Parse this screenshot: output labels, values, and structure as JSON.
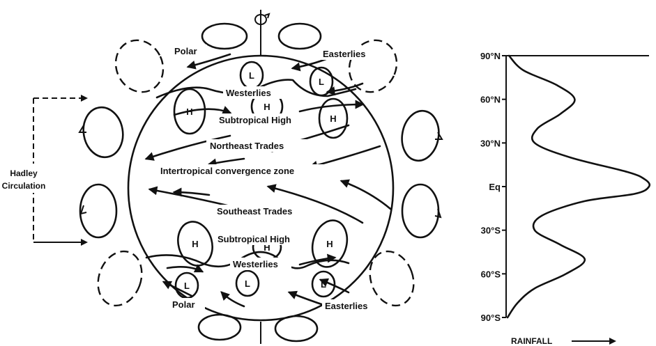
{
  "labels": {
    "polar_north": "Polar",
    "easterlies_north": "Easterlies",
    "westerlies_north": "Westerlies",
    "subtropical_high_north": "Subtropical High",
    "northeast_trades": "Northeast Trades",
    "itcz": "Intertropical convergence zone",
    "southeast_trades": "Southeast Trades",
    "subtropical_high_south": "Subtropical High",
    "westerlies_south": "Westerlies",
    "polar_south": "Polar",
    "easterlies_south": "Easterlies",
    "hadley_line1": "Hadley",
    "hadley_line2": "Circulation",
    "pressure_low": "L",
    "pressure_high": "H"
  },
  "chart_data": {
    "type": "line",
    "xlabel": "RAINFALL",
    "y_ticks": [
      "90°N",
      "60°N",
      "30°N",
      "Eq",
      "30°S",
      "60°S",
      "90°S"
    ],
    "y_tick_values": [
      90,
      60,
      30,
      0,
      -30,
      -60,
      -90
    ],
    "ylim": [
      -90,
      90
    ],
    "rainfall_profile": {
      "latitude": [
        90,
        80,
        70,
        60,
        50,
        40,
        30,
        20,
        10,
        5,
        0,
        -5,
        -10,
        -20,
        -30,
        -40,
        -50,
        -60,
        -70,
        -80,
        -90
      ],
      "rainfall": [
        0.02,
        0.12,
        0.35,
        0.48,
        0.38,
        0.22,
        0.2,
        0.45,
        0.85,
        0.97,
        1.0,
        0.9,
        0.55,
        0.25,
        0.2,
        0.38,
        0.55,
        0.42,
        0.2,
        0.08,
        0.01
      ]
    }
  }
}
